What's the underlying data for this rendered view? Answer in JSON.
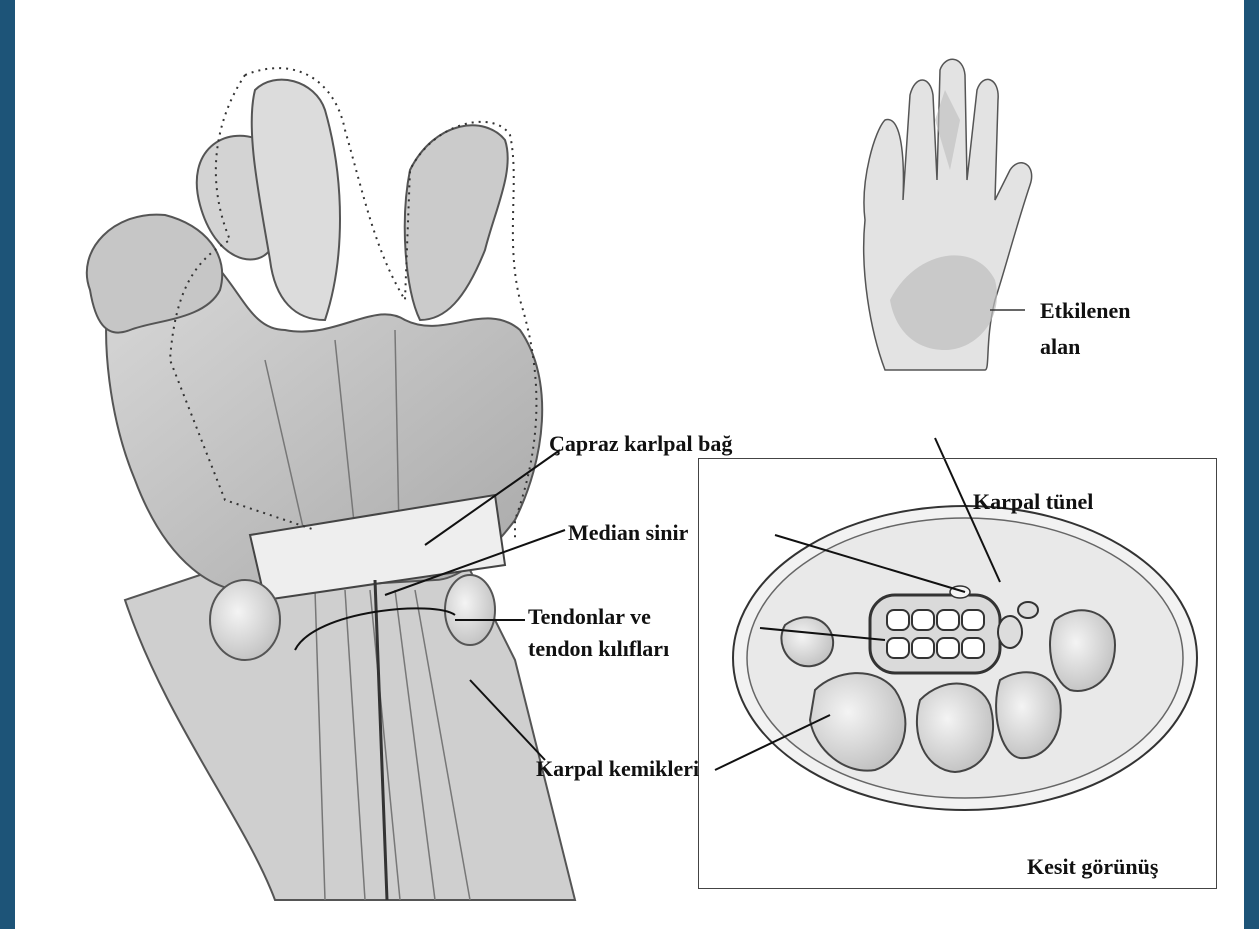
{
  "labels": {
    "capraz": "Çapraz karlpal bağ",
    "median": "Median sinir",
    "tendon_line1": "Tendonlar ve",
    "tendon_line2": "tendon kılıfları",
    "kemik": "Karpal kemikleri",
    "tunel": "Karpal tünel",
    "etkilenen_line1": "Etkilenen",
    "etkilenen_line2": "alan",
    "kesit": "Kesit görünüş"
  },
  "colors": {
    "frame": "#1f6391",
    "ink": "#111111",
    "sketch": "#5a5a5a"
  }
}
